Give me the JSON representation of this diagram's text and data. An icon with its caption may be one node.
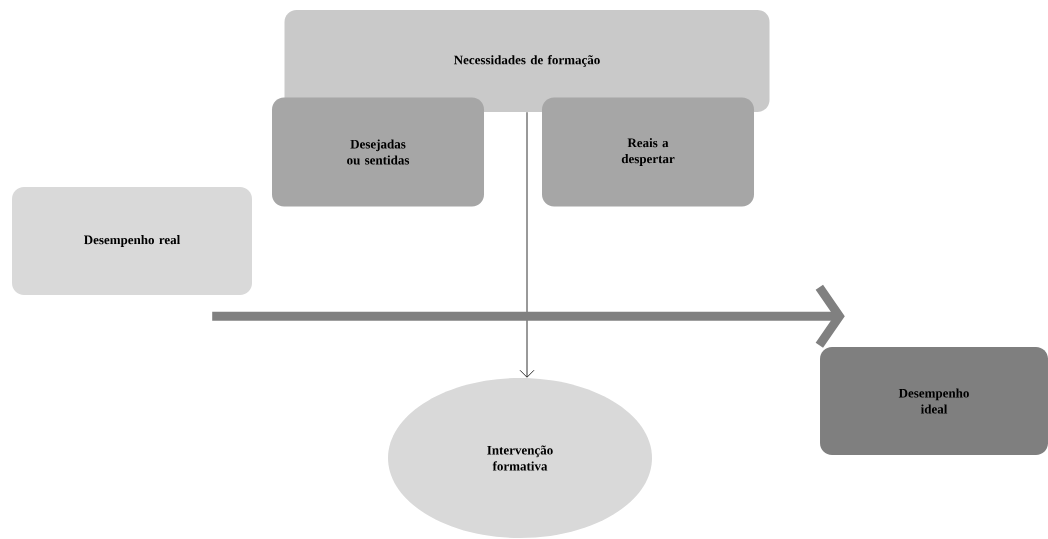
{
  "diagram": {
    "nodes": [
      {
        "text": [
          "Necessidades de formação"
        ]
      },
      {
        "text": [
          "Desejadas ou sentidas"
        ]
      },
      {
        "text": [
          "Reais a despertar"
        ]
      },
      {
        "text": [
          "Desempenho real"
        ]
      },
      {
        "text": [
          "Desempenho ideal"
        ]
      },
      {
        "text": [
          "Intervenção formativa"
        ]
      }
    ],
    "edges": [
      {
        "from": 0,
        "to": 5,
        "arrow": "to"
      },
      {
        "from": 3,
        "to": 4,
        "arrow": "to",
        "style": "thick",
        "color": "#808080"
      }
    ]
  }
}
